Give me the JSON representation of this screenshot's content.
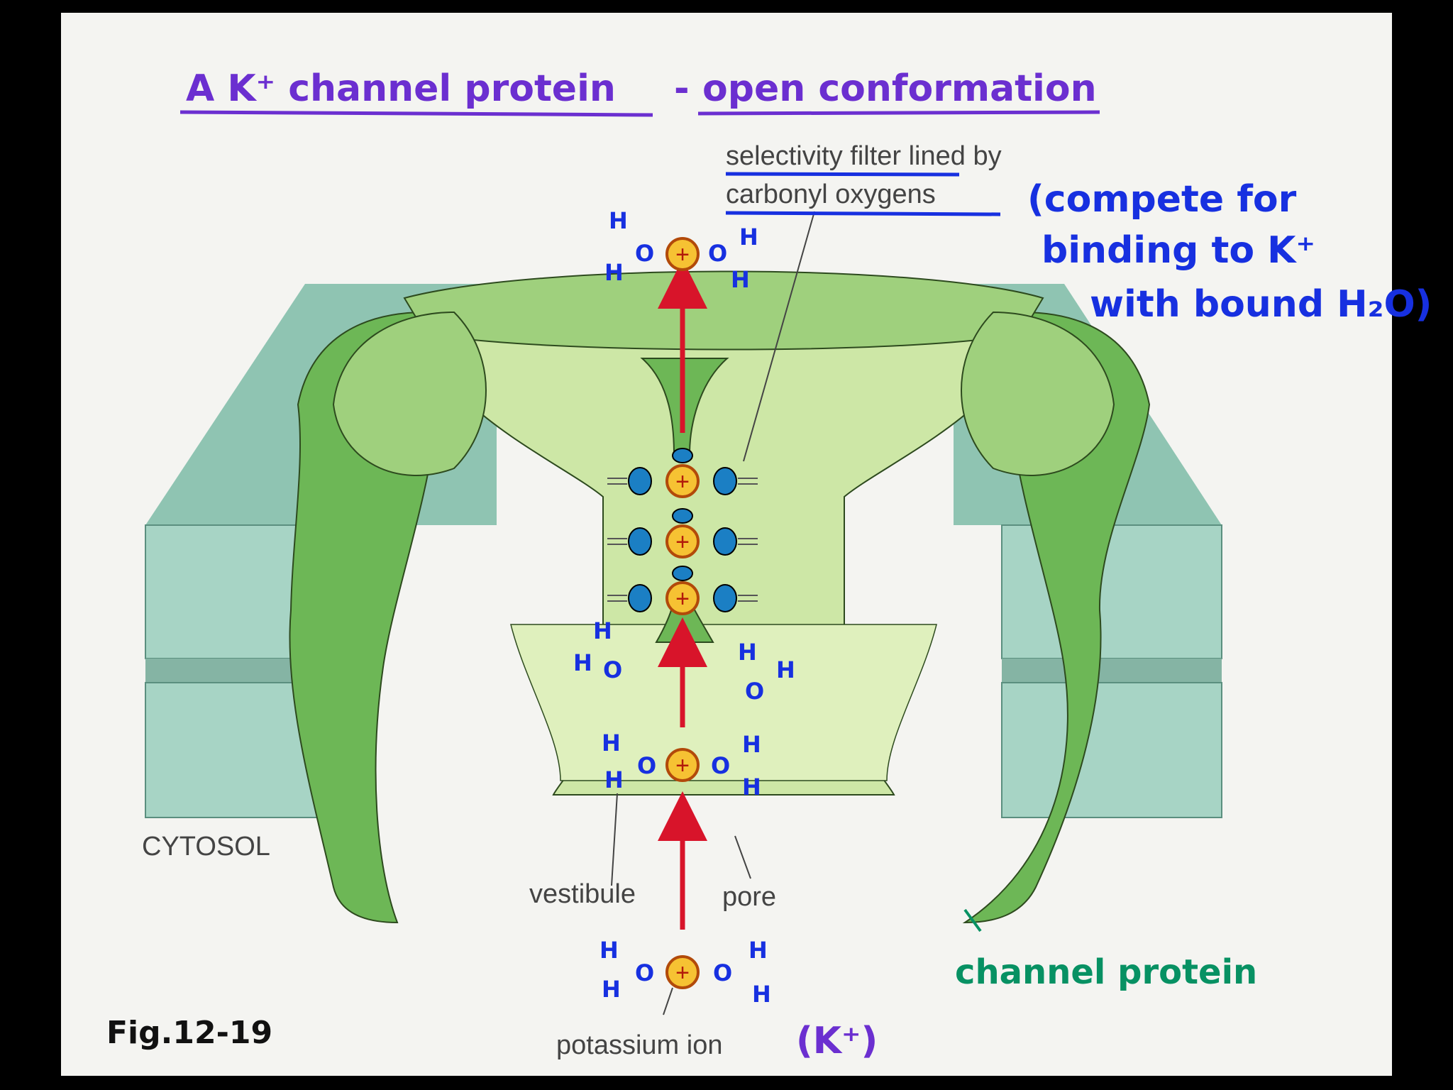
{
  "title": {
    "part1": "A K⁺ channel protein",
    "dash": "-",
    "part2": "open conformation"
  },
  "labels": {
    "filter_line1": "selectivity filter lined by",
    "filter_line2": "carbonyl oxygens",
    "compete_line1": "(compete for",
    "compete_line2": "binding to K⁺",
    "compete_line3": "with bound H₂O)",
    "cytosol": "CYTOSOL",
    "vestibule": "vestibule",
    "pore": "pore",
    "channel_protein": "channel protein",
    "potassium_ion": "potassium ion",
    "k_symbol": "(K⁺)",
    "figure_number": "Fig.12-19"
  },
  "molecule": {
    "hydrogen": "H",
    "oxygen": "O",
    "ion_sign": "+"
  },
  "colors": {
    "paper": "#f4f4f1",
    "membrane": "#a7d4c5",
    "membrane_dark": "#85b4a4",
    "protein_dark": "#6db756",
    "protein_mid": "#9fd07d",
    "protein_light": "#cde7a6",
    "title_ink": "#6b2fd0",
    "note_ink": "#1730e0",
    "green_ink": "#079163",
    "ion_fill": "#f6c233",
    "ion_edge": "#b24a0a",
    "arrow": "#d8142a",
    "oxygen": "#1b7fc4"
  }
}
